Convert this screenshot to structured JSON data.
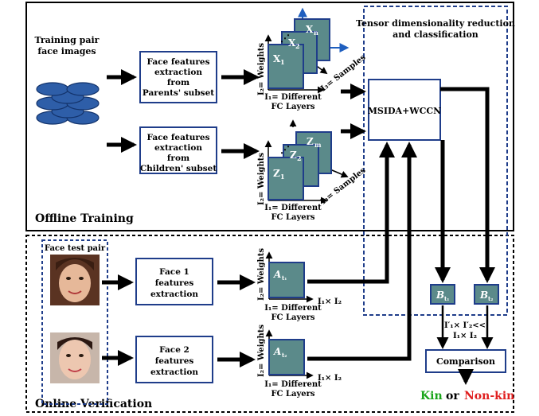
{
  "colors": {
    "box_border": "#1f3d8a",
    "tensor_fill": "#5b8a8a",
    "kin": "#1aa51a",
    "nonkin": "#e02020",
    "db": "#2e5ea8"
  },
  "offline": {
    "section_label": "Offline Training",
    "training_pair_line1": "Training pair",
    "training_pair_line2": "face images",
    "parent_box": [
      "Face features",
      "extraction",
      "from",
      "Parents' subset"
    ],
    "child_box": [
      "Face features",
      "extraction",
      "from",
      "Children' subset"
    ],
    "parent_tensor": {
      "slices": [
        "X",
        "X",
        "X"
      ],
      "subs": [
        "1",
        "2",
        "n"
      ]
    },
    "child_tensor": {
      "slices": [
        "Z",
        "Z",
        "Z"
      ],
      "subs": [
        "1",
        "2",
        "m"
      ]
    },
    "axis_weights": "I₂= Weights",
    "axis_samples": "I₃= Samples",
    "axis_layers_1": "I₁= Different",
    "axis_layers_2": "FC Layers"
  },
  "tensor_panel": {
    "title_line1": "Tensor dimensionality reduction",
    "title_line2": "and classification",
    "method": "MSIDA+WCCN",
    "b1": "B",
    "b1_sub": "t₁",
    "b2": "B",
    "b2_sub": "t₂"
  },
  "online": {
    "section_label": "Online Verification",
    "face_test_pair": "Face test pair",
    "face1_box": [
      "Face 1",
      "features",
      "extraction"
    ],
    "face2_box": [
      "Face 2",
      "features",
      "extraction"
    ],
    "a1": "A",
    "a1_sub": "t₁",
    "a2": "A",
    "a2_sub": "t₂",
    "axis_weights": "I₂= Weights",
    "axis_layers_1": "I₁= Different",
    "axis_layers_2": "FC Layers",
    "product": "I₁× I₂",
    "reduced_line1": "I′₁× I′₂<<",
    "reduced_line2": "I₁× I₂",
    "comparison": "Comparison",
    "result_kin": "Kin",
    "result_or": "or",
    "result_nonkin": "Non-kin"
  }
}
